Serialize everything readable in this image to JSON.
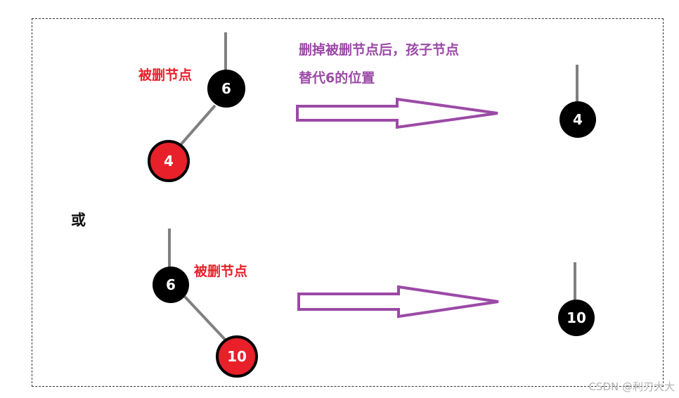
{
  "labels": {
    "deleted_node_top": "被删节点",
    "deleted_node_bottom": "被删节点",
    "note_line1": "删掉被删节点后，孩子节点",
    "note_line2": "替代6的位置",
    "or": "或"
  },
  "case_top": {
    "parent": {
      "value": "6",
      "color": "black"
    },
    "child": {
      "value": "4",
      "color": "red"
    },
    "result": {
      "value": "4",
      "color": "black"
    }
  },
  "case_bottom": {
    "parent": {
      "value": "6",
      "color": "black"
    },
    "child": {
      "value": "10",
      "color": "red"
    },
    "result": {
      "value": "10",
      "color": "black"
    }
  },
  "colors": {
    "black_node": "#000000",
    "red_node": "#e8202a",
    "edge": "#808080",
    "arrow": "#9b4aa6",
    "label_red": "#e8202a",
    "label_purple": "#9b4aa6"
  },
  "watermark": "CSDN @利刃大大"
}
